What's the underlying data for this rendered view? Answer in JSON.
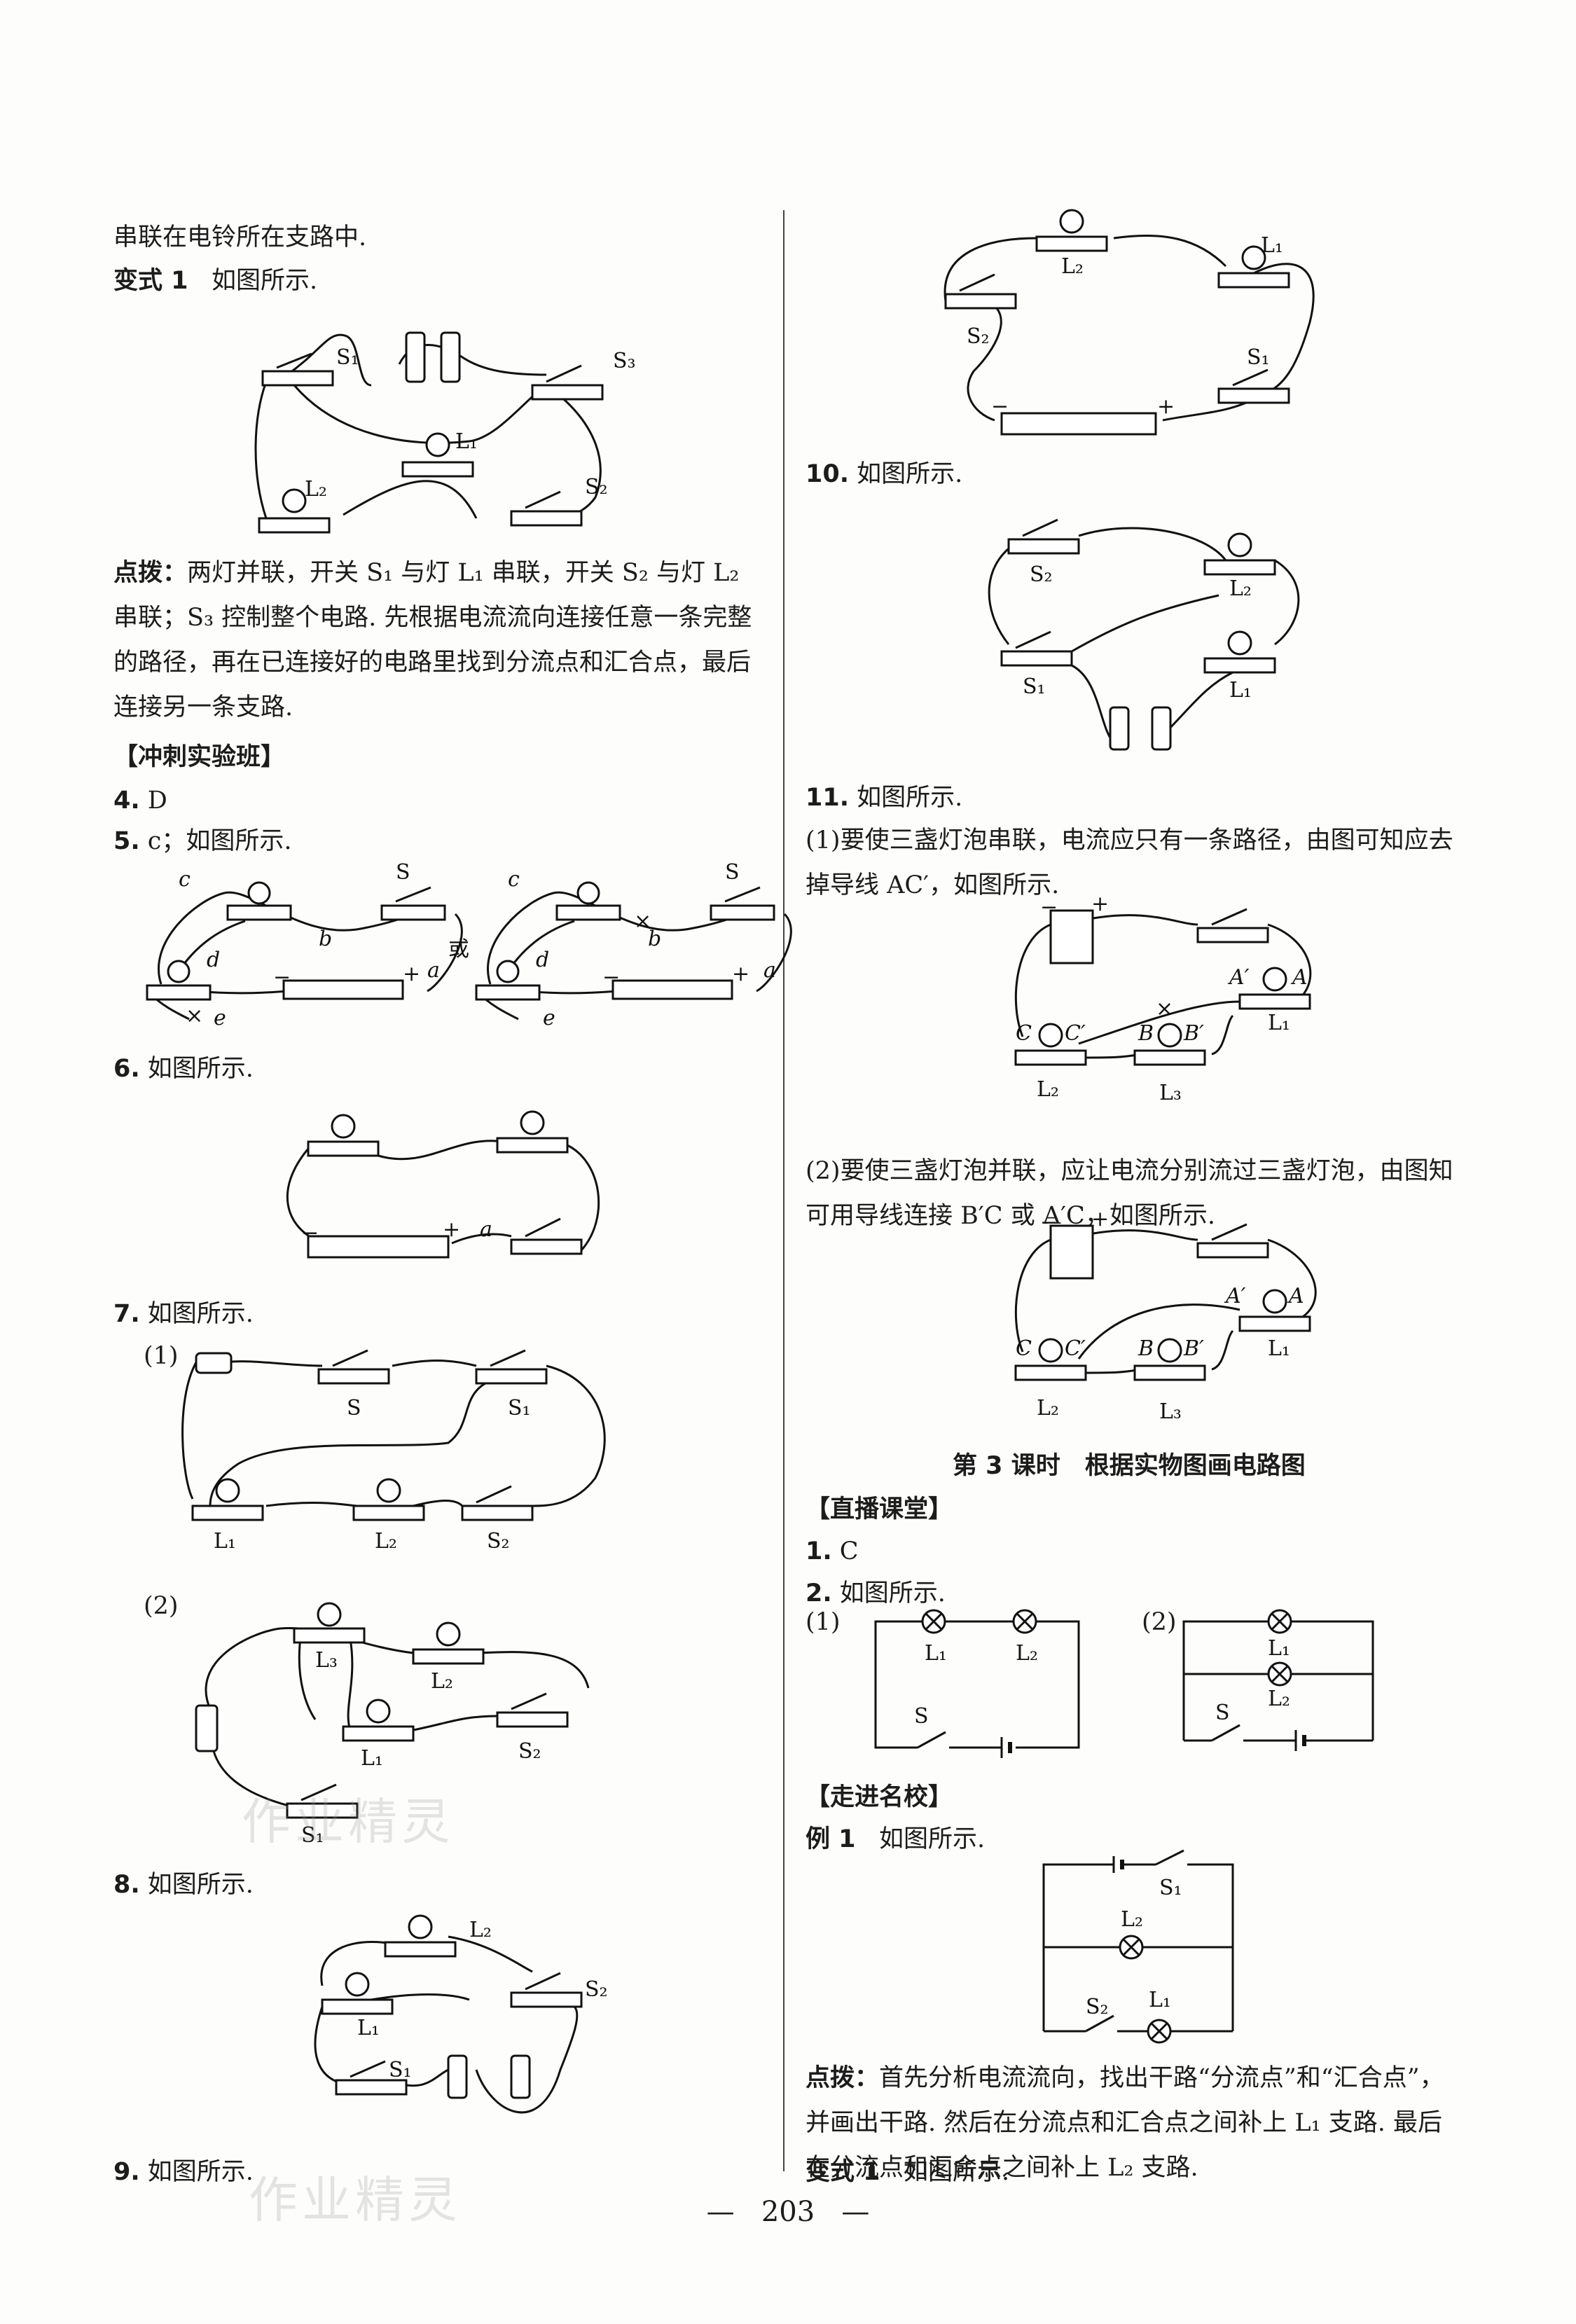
{
  "left": {
    "line1": "串联在电铃所在支路中.",
    "variant1_label": "变式 1",
    "variant1_text": "如图所示.",
    "tip_label": "点拨：",
    "tip_text": "两灯并联，开关 S₁ 与灯 L₁ 串联，开关 S₂ 与灯 L₂ 串联；S₃ 控制整个电路. 先根据电流流向连接任意一条完整的路径，再在已连接好的电路里找到分流点和汇合点，最后连接另一条支路.",
    "section_sprint": "【冲刺实验班】",
    "q4_num": "4.",
    "q4_ans": "D",
    "q5_num": "5.",
    "q5_ans": "c；如图所示.",
    "q5_or": "或",
    "q6_num": "6.",
    "q6_ans": "如图所示.",
    "q7_num": "7.",
    "q7_ans": "如图所示.",
    "q7_part1": "(1)",
    "q7_part2": "(2)",
    "q8_num": "8.",
    "q8_ans": "如图所示.",
    "q9_num": "9.",
    "q9_ans": "如图所示."
  },
  "right": {
    "q10_num": "10.",
    "q10_ans": "如图所示.",
    "q11_num": "11.",
    "q11_ans": "如图所示.",
    "q11_p1": "(1)要使三盏灯泡串联，电流应只有一条路径，由图可知应去掉导线 AC′，如图所示.",
    "q11_p2": "(2)要使三盏灯泡并联，应让电流分别流过三盏灯泡，由图知可用导线连接 B′C 或 A′C，如图所示.",
    "lesson_title": "第 3 课时　根据实物图画电路图",
    "section_live": "【直播课堂】",
    "q1_num": "1.",
    "q1_ans": "C",
    "q2_num": "2.",
    "q2_ans": "如图所示.",
    "q2_part1": "(1)",
    "q2_part2": "(2)",
    "section_school": "【走进名校】",
    "ex1_label": "例 1",
    "ex1_text": "如图所示.",
    "tip2_label": "点拨：",
    "tip2_text": "首先分析电流流向，找出干路“分流点”和“汇合点”，并画出干路. 然后在分流点和汇合点之间补上 L₁ 支路. 最后在分流点和汇合点之间补上 L₂ 支路.",
    "variant1b_label": "变式 1",
    "variant1b_text": "如图所示."
  },
  "labels": {
    "S": "S",
    "S1": "S₁",
    "S2": "S₂",
    "S3": "S₃",
    "L1": "L₁",
    "L2": "L₂",
    "L3": "L₃",
    "a": "a",
    "b": "b",
    "c": "c",
    "d": "d",
    "e": "e",
    "A": "A",
    "A_prime": "A′",
    "B": "B",
    "B_prime": "B′",
    "C": "C",
    "C_prime": "C′",
    "plus": "+",
    "minus": "−",
    "cross": "×"
  },
  "page_number": "203",
  "watermark": "作业精灵"
}
